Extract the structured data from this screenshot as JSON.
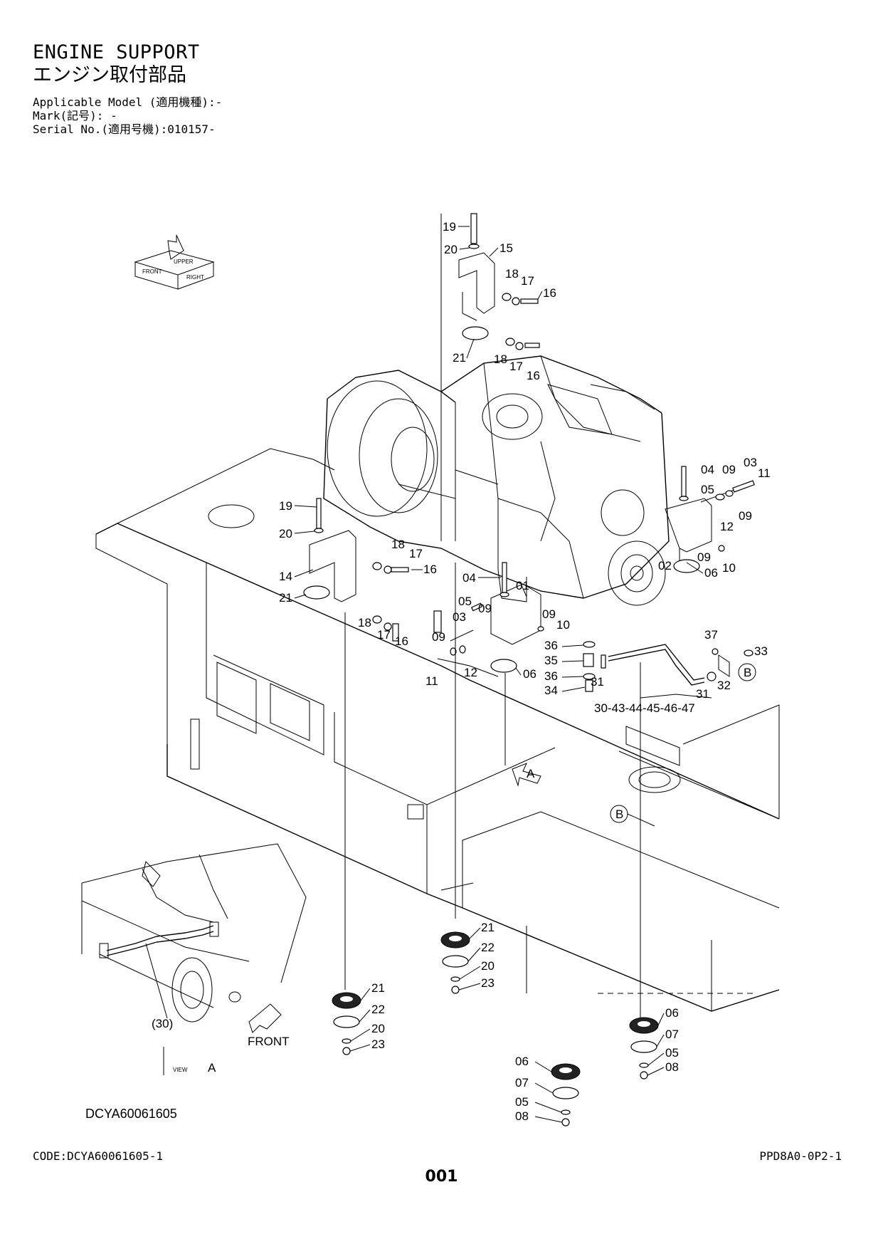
{
  "header": {
    "title_en": "ENGINE SUPPORT",
    "title_jp": "エンジン取付部品",
    "applicable_model": "Applicable Model (適用機種):-",
    "mark": "Mark(記号): -",
    "serial_no": "Serial No.(適用号機):010157-"
  },
  "diagram": {
    "drawing_code": "DCYA60061605",
    "orientation_icon_labels": [
      "FRONT",
      "RIGHT",
      "UPPER"
    ],
    "view_label": "VIEW",
    "view_letter": "A",
    "inset_front_label": "FRONT",
    "inset_ref_30": "(30)",
    "hose_ref": "30-43-44-45-46-47",
    "callout_A": "A",
    "callout_B": "B",
    "part_numbers": {
      "p01": "01",
      "p02": "02",
      "p03": "03",
      "p04": "04",
      "p05": "05",
      "p06": "06",
      "p07": "07",
      "p08": "08",
      "p09": "09",
      "p10": "10",
      "p11": "11",
      "p12": "12",
      "p14": "14",
      "p15": "15",
      "p16": "16",
      "p17": "17",
      "p18": "18",
      "p19": "19",
      "p20": "20",
      "p21": "21",
      "p22": "22",
      "p23": "23",
      "p31": "31",
      "p32": "32",
      "p33": "33",
      "p34": "34",
      "p35": "35",
      "p36": "36",
      "p37": "37"
    }
  },
  "footer": {
    "code": "CODE:DCYA60061605-1",
    "ref": "PPD8A0-0P2-1",
    "page_number": "001"
  }
}
